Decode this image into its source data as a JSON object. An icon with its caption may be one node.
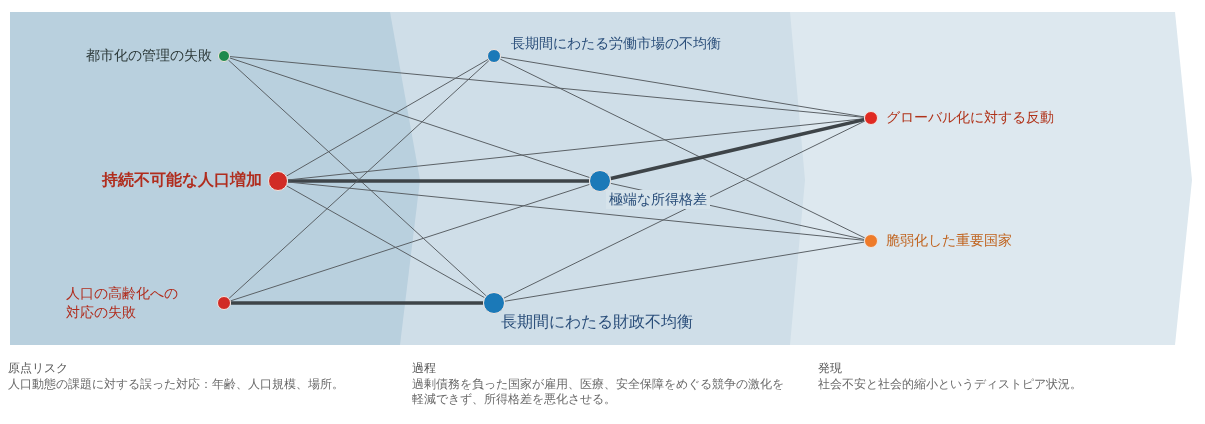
{
  "diagram": {
    "nodes": [
      {
        "text": [],
        "shape": "circle",
        "beside": [
          "都市化の管理の失敗"
        ]
      },
      {
        "text": [],
        "shape": "circle",
        "beside": [
          "持続不可能な人口増加"
        ]
      },
      {
        "text": [],
        "shape": "circle",
        "beside": [
          "人口の高齢化への対応の失敗"
        ]
      },
      {
        "text": [],
        "shape": "circle",
        "beside": [
          "長期間にわたる労働市場の不均衡"
        ]
      },
      {
        "text": [],
        "shape": "circle",
        "beside": [
          "極端な所得格差"
        ]
      },
      {
        "text": [],
        "shape": "circle",
        "beside": [
          "長期間にわたる財政不均衡"
        ]
      },
      {
        "text": [],
        "shape": "circle",
        "beside": [
          "グローバル化に対する反動"
        ]
      },
      {
        "text": [],
        "shape": "circle",
        "beside": [
          "脆弱化した重要国家"
        ]
      }
    ],
    "edges": [
      {
        "from": 0,
        "to": 4,
        "arrow": "none"
      },
      {
        "from": 0,
        "to": 5,
        "arrow": "none"
      },
      {
        "from": 0,
        "to": 6,
        "arrow": "none"
      },
      {
        "from": 1,
        "to": 3,
        "arrow": "none"
      },
      {
        "from": 1,
        "to": 4,
        "arrow": "none",
        "style": "thick"
      },
      {
        "from": 1,
        "to": 5,
        "arrow": "none"
      },
      {
        "from": 1,
        "to": 6,
        "arrow": "none"
      },
      {
        "from": 1,
        "to": 7,
        "arrow": "none"
      },
      {
        "from": 2,
        "to": 3,
        "arrow": "none"
      },
      {
        "from": 2,
        "to": 4,
        "arrow": "none"
      },
      {
        "from": 2,
        "to": 5,
        "arrow": "none",
        "style": "thick"
      },
      {
        "from": 3,
        "to": 6,
        "arrow": "none"
      },
      {
        "from": 3,
        "to": 7,
        "arrow": "none"
      },
      {
        "from": 4,
        "to": 6,
        "arrow": "none",
        "style": "thick"
      },
      {
        "from": 4,
        "to": 7,
        "arrow": "none"
      },
      {
        "from": 5,
        "to": 6,
        "arrow": "none"
      },
      {
        "from": 5,
        "to": 7,
        "arrow": "none"
      }
    ],
    "labels": [
      "原点リスク",
      "人口動態の課題に対する誤った対応：年齢、人口規模、場所。",
      "過程",
      "過剰債務を負った国家が雇用、医療、安全保障をめぐる競争の激化を軽減できず、所得格差を悪化させる。",
      "発現",
      "社会不安と社会的縮小というディストピア状況。"
    ]
  }
}
